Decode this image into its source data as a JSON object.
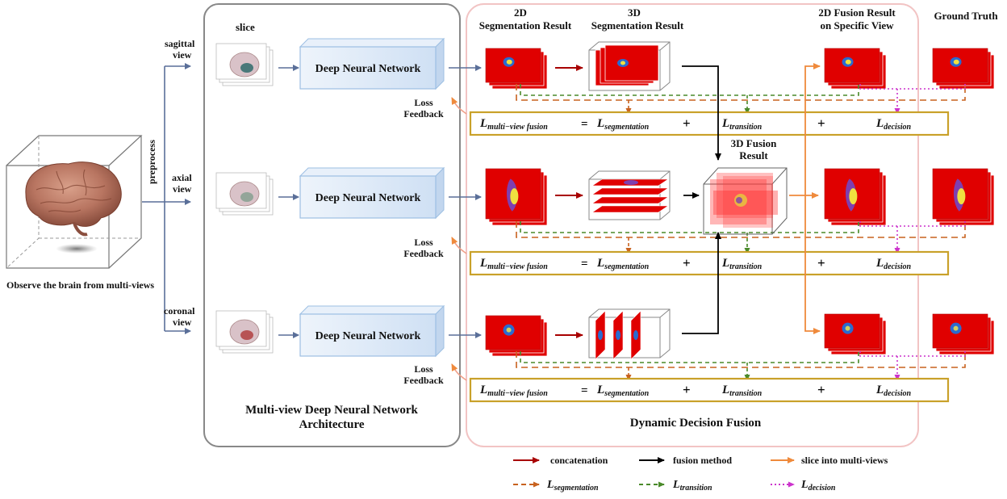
{
  "left": {
    "caption": "Observe the brain from multi-views",
    "preprocess": "preprocess"
  },
  "views": [
    {
      "line1": "sagittal",
      "line2": "view"
    },
    {
      "line1": "axial",
      "line2": "view"
    },
    {
      "line1": "coronal",
      "line2": "view"
    }
  ],
  "architecture": {
    "slice_label": "slice",
    "dnn_label": "Deep Neural Network",
    "title_line1": "Multi-view Deep Neural Network",
    "title_line2": "Architecture",
    "loss_line1": "Loss",
    "loss_line2": "Feedback"
  },
  "fusion": {
    "title": "Dynamic Decision Fusion",
    "hdr_2d_line1": "2D",
    "hdr_2d_line2": "Segmentation Result",
    "hdr_3d_line1": "3D",
    "hdr_3d_line2": "Segmentation Result",
    "hdr_fusion_line1": "2D Fusion Result",
    "hdr_fusion_line2": "on Specific View",
    "hdr_gt": "Ground Truth",
    "fusion3d_line1": "3D Fusion",
    "fusion3d_line2": "Result"
  },
  "equation": {
    "L": "L",
    "lhs_sub": "multi−view fusion",
    "eq": "=",
    "seg_sub": "segmentation",
    "plus": "+",
    "trans_sub": "transition",
    "dec_sub": "decision"
  },
  "legend": {
    "concat": "concatenation",
    "fusion_method": "fusion method",
    "slice": "slice into multi-views",
    "L": "L",
    "seg_sub": "segmentation",
    "trans_sub": "transition",
    "dec_sub": "decision"
  },
  "colors": {
    "red_map": "#e00000",
    "concat_arrow": "#a80000",
    "fusion_arrow": "#000000",
    "slice_arrow": "#ef8a3c",
    "seg_dash": "#c8621f",
    "trans_dash": "#4a8a2a",
    "dec_dot": "#cc33cc",
    "eq_box": "#c9a12a",
    "dnn_fill": "#dce9f7",
    "dnn_stroke": "#9dbfe3",
    "arch_border": "#888888",
    "fusion_border": "#f2c4c4",
    "view_arrow": "#5a6f99"
  }
}
